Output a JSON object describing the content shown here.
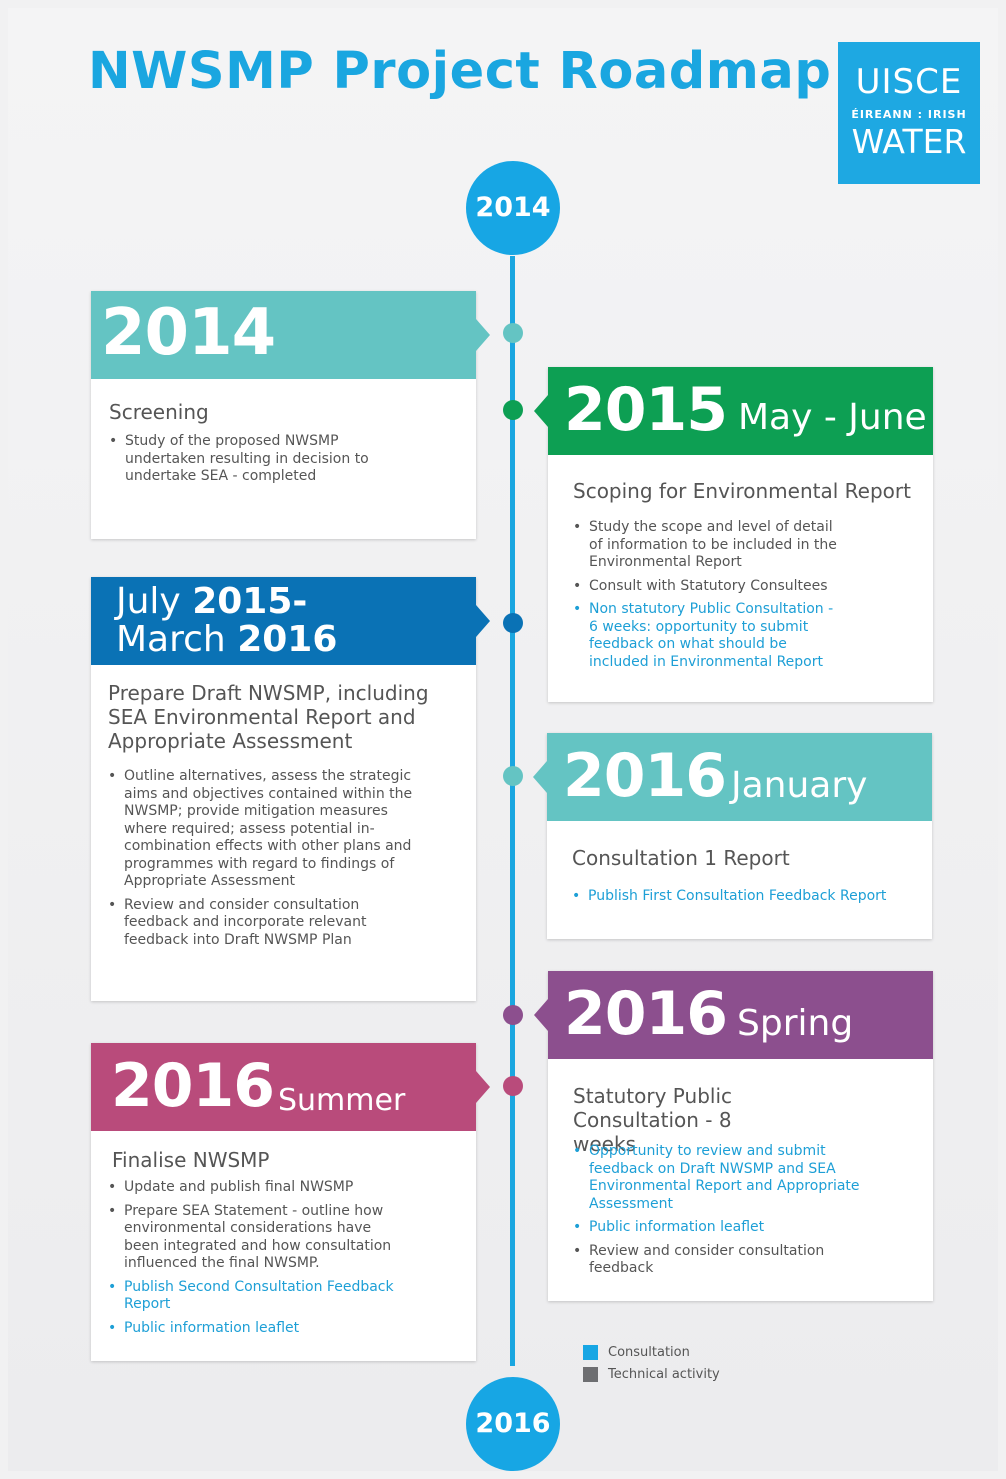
{
  "title": "NWSMP Project Roadmap",
  "logo": {
    "line1": "UISCE",
    "line2": "ÉIREANN : IRISH",
    "line3": "WATER"
  },
  "timeline": {
    "start_year": "2014",
    "end_year": "2016"
  },
  "colors": {
    "teal": "#64c4c3",
    "green": "#0d9f53",
    "blue": "#0a72b5",
    "purple": "#8c4f8e",
    "magenta": "#b94b7b",
    "accent": "#1aa6e0",
    "consultation": "#17a6e4",
    "technical": "#6d6e71"
  },
  "cards": [
    {
      "year": "2014",
      "sub": "",
      "title": "Screening",
      "items": [
        {
          "text": "Study of the proposed NWSMP undertaken resulting in decision to undertake SEA - completed",
          "type": "technical"
        }
      ]
    },
    {
      "year": "2015",
      "sub": "May - June",
      "title": "Scoping for Environmental Report",
      "items": [
        {
          "text": "Study the scope and level of detail of information to be included in the Environmental Report",
          "type": "technical"
        },
        {
          "text": "Consult with Statutory Consultees",
          "type": "technical"
        },
        {
          "text": "Non statutory Public Consultation - 6 weeks: opportunity to submit feedback on what should be included in Environmental Report",
          "type": "consultation"
        }
      ]
    },
    {
      "year_prefix_1": "July ",
      "year_1": "2015-",
      "year_prefix_2": "March ",
      "year_2": "2016",
      "title": "Prepare  Draft NWSMP, including SEA Environmental Report and Appropriate Assessment",
      "items": [
        {
          "text": "Outline alternatives, assess the strategic aims and objectives contained within the NWSMP; provide mitigation measures where required; assess  potential in-combination effects with other plans and programmes with regard to findings of Appropriate Assessment",
          "type": "technical"
        },
        {
          "text": "Review and consider consultation feedback and incorporate relevant feedback into Draft NWSMP Plan",
          "type": "technical"
        }
      ]
    },
    {
      "year": "2016",
      "sub": "January",
      "title": "Consultation 1 Report",
      "items": [
        {
          "text": "Publish First Consultation Feedback Report",
          "type": "consultation"
        }
      ]
    },
    {
      "year": "2016",
      "sub": "Spring",
      "title": "Statutory Public Consultation - 8 weeks",
      "items": [
        {
          "text": "Opportunity to review and submit feedback on Draft NWSMP and SEA Environmental Report and Appropriate Assessment",
          "type": "consultation"
        },
        {
          "text": "Public information leaflet",
          "type": "consultation"
        },
        {
          "text": "Review and consider consultation feedback",
          "type": "technical"
        }
      ]
    },
    {
      "year": "2016",
      "sub": "Summer",
      "title": "Finalise NWSMP",
      "items": [
        {
          "text": "Update and publish final NWSMP",
          "type": "technical"
        },
        {
          "text": "Prepare SEA Statement - outline how environmental considerations have been integrated  and how consultation influenced the final NWSMP.",
          "type": "technical"
        },
        {
          "text": "Publish Second Consultation Feedback Report",
          "type": "consultation"
        },
        {
          "text": "Public information leaflet",
          "type": "consultation"
        }
      ]
    }
  ],
  "legend": [
    {
      "label": "Consultation",
      "color": "#17a6e4"
    },
    {
      "label": "Technical activity",
      "color": "#6d6e71"
    }
  ]
}
